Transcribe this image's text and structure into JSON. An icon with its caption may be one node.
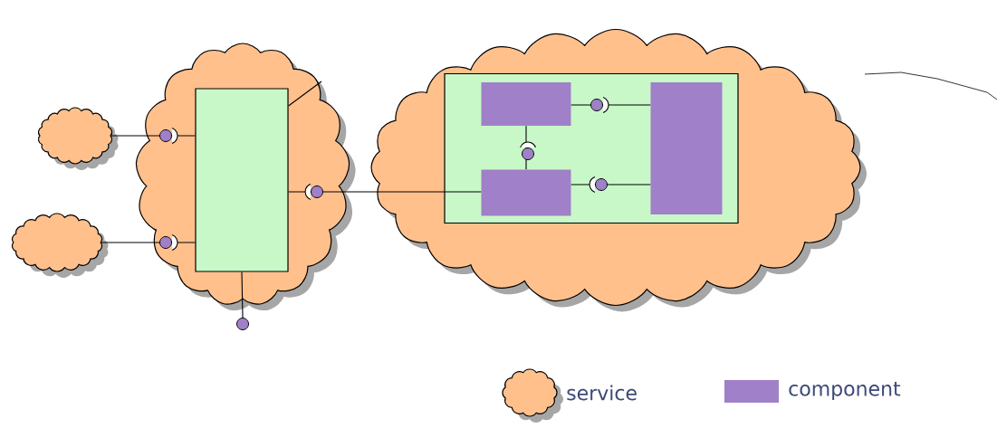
{
  "diagram": {
    "nodes": [
      {
        "text": [],
        "shape": "cloud"
      },
      {
        "text": [],
        "shape": "cloud"
      },
      {
        "text": [],
        "shape": "cloud"
      },
      {
        "text": [],
        "shape": "box",
        "in": 2
      },
      {
        "text": [],
        "shape": "cloud"
      },
      {
        "text": [],
        "shape": "box",
        "in": 4
      },
      {
        "text": [],
        "shape": "box",
        "in": 5
      },
      {
        "text": [],
        "shape": "box",
        "in": 5
      },
      {
        "text": [],
        "shape": "box",
        "in": 5
      },
      {
        "text": [],
        "shape": "circle"
      }
    ],
    "edges": [
      {
        "from": 0,
        "to": 3,
        "arrow": "none"
      },
      {
        "from": 1,
        "to": 3,
        "arrow": "none"
      },
      {
        "from": 3,
        "to": 7,
        "arrow": "none"
      },
      {
        "from": 3,
        "to": 2,
        "arrow": "none"
      },
      {
        "from": 6,
        "to": 8,
        "arrow": "none"
      },
      {
        "from": 6,
        "to": 7,
        "arrow": "none"
      },
      {
        "from": 7,
        "to": 8,
        "arrow": "none"
      },
      {
        "from": 3,
        "to": 9,
        "arrow": "none"
      }
    ],
    "legend": [
      {
        "text": "service"
      },
      {
        "text": "component",
        "color": "#a080c8"
      }
    ]
  }
}
